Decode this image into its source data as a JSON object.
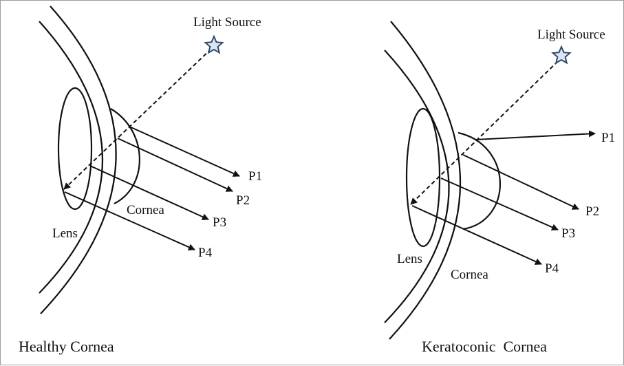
{
  "panels": [
    {
      "caption": "Healthy Cornea",
      "source_label": "Light Source",
      "lens_label": "Lens",
      "cornea_label": "Cornea",
      "points": [
        "P1",
        "P2",
        "P3",
        "P4"
      ]
    },
    {
      "caption": "Keratoconic  Cornea",
      "source_label": "Light Source",
      "lens_label": "Lens",
      "cornea_label": "Cornea",
      "points": [
        "P1",
        "P2",
        "P3",
        "P4"
      ]
    }
  ],
  "star_color": "#2e4a6b"
}
